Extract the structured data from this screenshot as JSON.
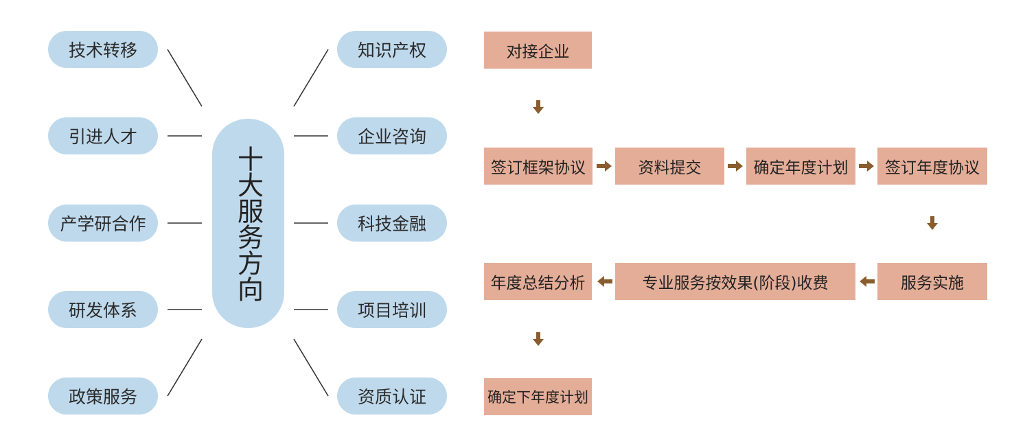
{
  "hub": {
    "title": "十大服务方向"
  },
  "left_items": [
    "技术转移",
    "引进人才",
    "产学研合作",
    "研发体系",
    "政策服务"
  ],
  "right_items": [
    "知识产权",
    "企业咨询",
    "科技金融",
    "项目培训",
    "资质认证"
  ],
  "flow": {
    "step1": "对接企业",
    "step2": "签订框架协议",
    "step3": "资料提交",
    "step4": "确定年度计划",
    "step5": "签订年度协议",
    "step6": "服务实施",
    "step7": "专业服务按效果(阶段)收费",
    "step8": "年度总结分析",
    "step9": "确定下年度计划"
  },
  "colors": {
    "pill": "#bfd9ec",
    "box": "#e4ad98",
    "arrow": "#8a5d2e"
  }
}
